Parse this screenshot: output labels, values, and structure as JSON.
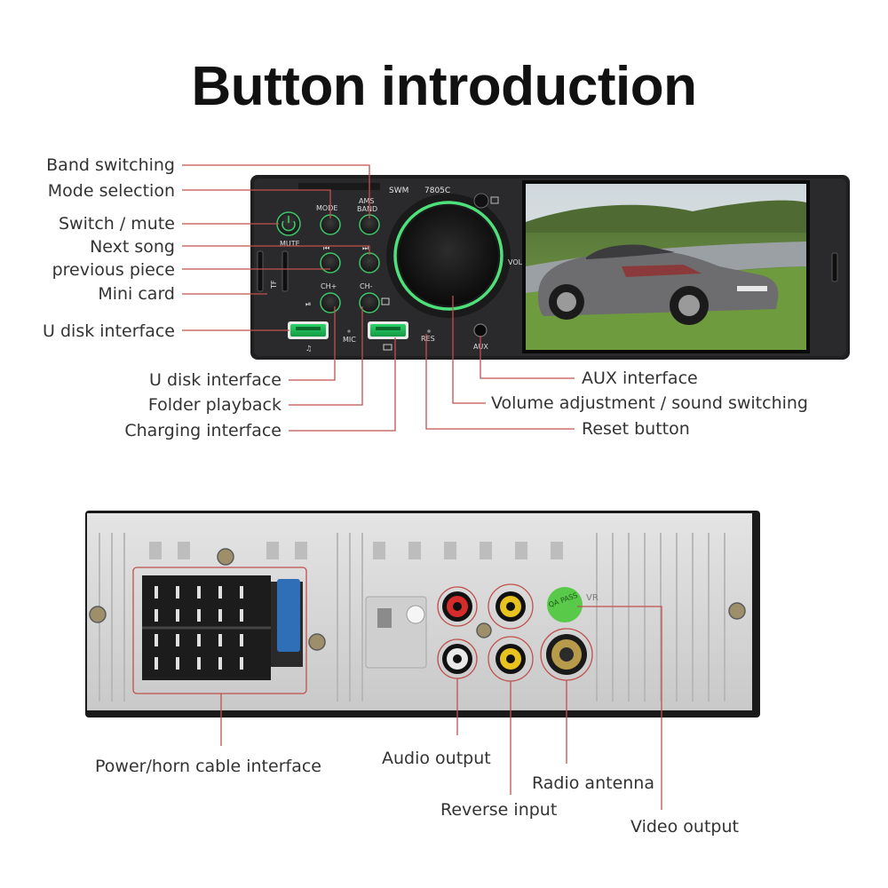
{
  "title": "Button introduction",
  "front_panel": {
    "brand": "SWM",
    "model": "7805C",
    "buttons": {
      "mode": "MODE",
      "ams": "AMS",
      "band": "BAND",
      "mute": "MUTE",
      "ch_plus": "CH+",
      "ch_minus": "CH-",
      "tf": "TF",
      "mic": "MIC",
      "res": "RES",
      "aux": "AUX",
      "vol": "VOL"
    },
    "labels_left": {
      "band_switching": "Band switching",
      "mode_selection": "Mode selection",
      "switch_mute": "Switch / mute",
      "next_song": "Next song",
      "previous_piece": "previous piece",
      "mini_card": "Mini card",
      "u_disk_interface_1": "U disk interface"
    },
    "labels_bottom_left": {
      "u_disk_interface_2": "U disk interface",
      "folder_playback": "Folder playback",
      "charging_interface": "Charging interface"
    },
    "labels_right": {
      "aux_interface": "AUX interface",
      "volume_adjustment": "Volume adjustment / sound switching",
      "reset_button": "Reset button"
    }
  },
  "back_panel": {
    "qa_sticker": "QA PASS",
    "vr_mark": "VR",
    "labels": {
      "power_cable": "Power/horn cable interface",
      "audio_output": "Audio output",
      "radio_antenna": "Radio antenna",
      "reverse_input": "Reverse input",
      "video_output": "Video output"
    }
  },
  "colors": {
    "leader_line": "#c0504d",
    "panel_dark": "#2a2a2c",
    "knob_ring": "#4ee07a",
    "button_green": "#3fc46a",
    "chassis": "#d6d6d6",
    "rca_red": "#d62b2b",
    "rca_yellow": "#e8c21e",
    "rca_white": "#e9e9e9",
    "qa_green": "#59c94a"
  }
}
